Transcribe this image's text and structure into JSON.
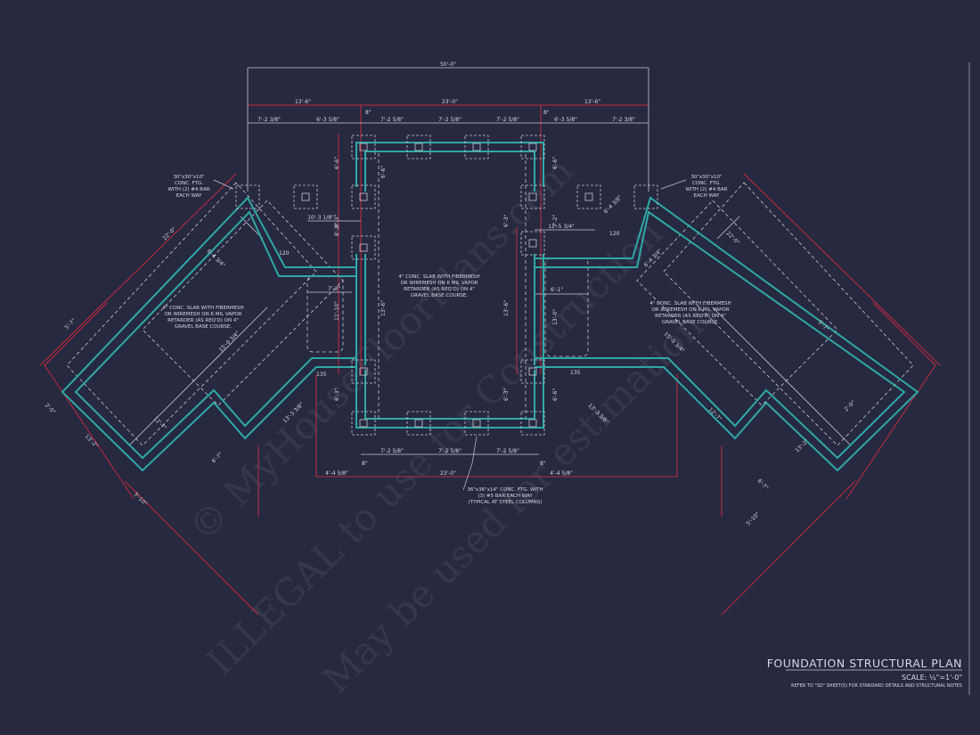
{
  "colors": {
    "background": "#262940",
    "foundation_wall": "#2fa8a8",
    "dimension_red": "#c42a3c",
    "linework": "#c8c8d2"
  },
  "title_block": {
    "title": "FOUNDATION STRUCTURAL PLAN",
    "scale": "SCALE: ¼\"=1'-0\"",
    "note": "REFER TO \"SD\" SHEET(S) FOR STANDARD DETAILS AND STRUCTURAL NOTES"
  },
  "dimensions": {
    "overall": "50'-0\"",
    "top_left_wing": "13'-6\"",
    "top_center": "23'-0\"",
    "top_right_wing": "13'-6\"",
    "top_segments": [
      "7'-2 3/8\"",
      "6'-3 5/8\"",
      "7'-2 5/8\"",
      "7'-2 5/8\"",
      "7'-2 5/8\"",
      "6'-3 5/8\"",
      "7'-2 3/8\""
    ],
    "wall_thickness": "8\"",
    "bottom_segments": [
      "7'-2 5/8\"",
      "7'-2 5/8\"",
      "7'-2 5/8\""
    ],
    "bottom_left": "4'-4 5/8\"",
    "bottom_center": "23'-0\"",
    "bottom_right": "4'-4 5/8\"",
    "center_vertical": [
      "6'-6\"",
      "6'-3\"",
      "13'-6\"",
      "6'-3\"",
      "6'-6\"",
      "6'-6\"",
      "6'-3\"",
      "13'-6\"",
      "6'-3\"",
      "6'-6\""
    ],
    "left_inner": [
      "10'-3 1/8\"",
      "7'-3\"",
      "11'-10\"",
      "8'-2\""
    ],
    "right_inner": [
      "11'-5 3/4\"",
      "6'-1\"",
      "13'-0\"",
      "7'-2\""
    ],
    "wing": [
      "22'-0\"",
      "6'-4 3/4\"",
      "15'-0 3/4\"",
      "12'-7\"",
      "6'-4 3/8\"",
      "5'-7\"",
      "2'-0\"",
      "13'-2\"",
      "6'-7\"",
      "5'-10\"",
      "13'-3 3/8\""
    ],
    "angles": [
      "120",
      "135"
    ]
  },
  "notes": {
    "slab": [
      "4\" CONC. SLAB WITH FIBERMESH",
      "OR WIREMESH ON 6 MIL VAPOR",
      "RETARDER (AS REQ'D) ON 4\"",
      "GRAVEL BASE COURSE."
    ],
    "footing_corner": [
      "30\"x30\"x10\"",
      "CONC. FTG.",
      "WITH (2) #4 BAR",
      "EACH WAY"
    ],
    "footing_column": [
      "36\"x36\"x14\" CONC. FTG. WITH",
      "(3) #5 BAR EACH WAY",
      "(TYPICAL AT STEEL COLUMNS)"
    ]
  },
  "watermark": [
    "© MyHouseFloorPlans.com",
    "ILLEGAL to use for Construction",
    "May be used for estimations"
  ]
}
